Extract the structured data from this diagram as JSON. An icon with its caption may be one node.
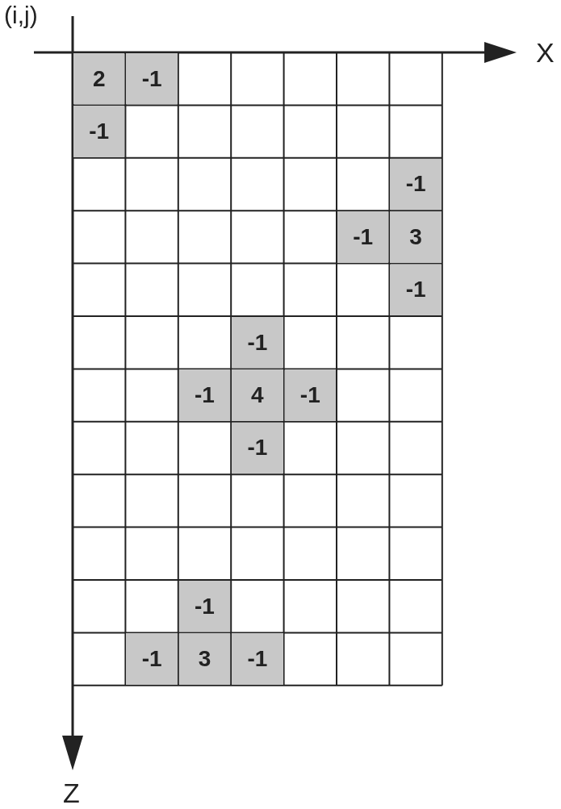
{
  "diagram": {
    "labels": [
      "(i,j)",
      "X",
      "2",
      "-1",
      "-1",
      "-1",
      "-1",
      "3",
      "-1",
      "-1",
      "-1",
      "4",
      "-1",
      "-1",
      "-1",
      "-1",
      "3",
      "-1",
      "Z"
    ]
  }
}
